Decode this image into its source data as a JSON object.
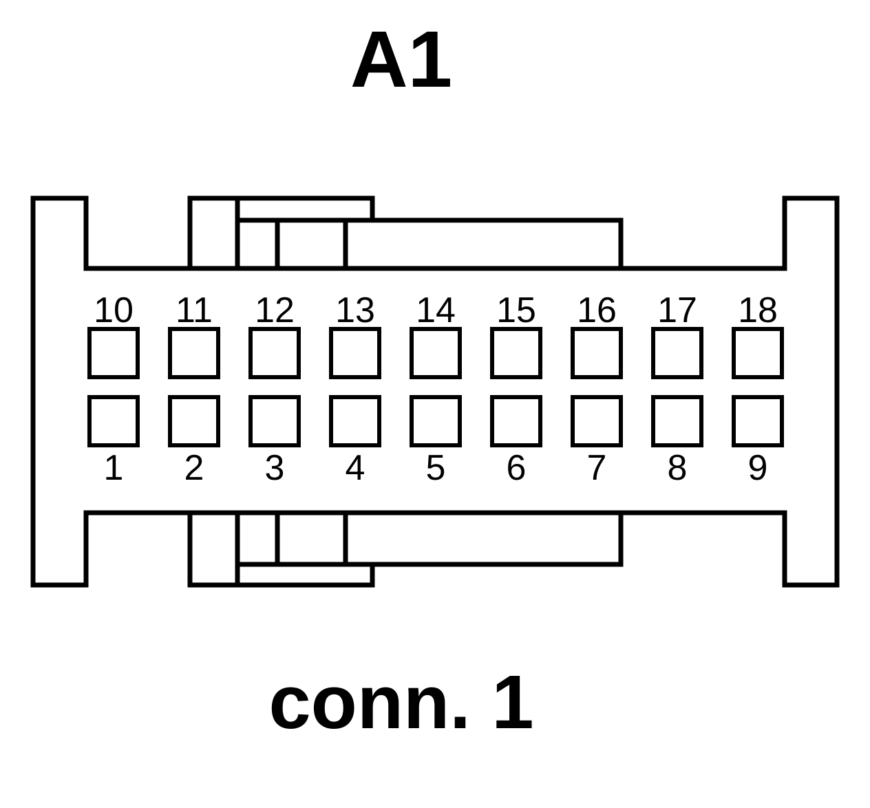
{
  "title": "A1",
  "caption": "conn. 1",
  "top_row_pins": [
    "10",
    "11",
    "12",
    "13",
    "14",
    "15",
    "16",
    "17",
    "18"
  ],
  "bottom_row_pins": [
    "1",
    "2",
    "3",
    "4",
    "5",
    "6",
    "7",
    "8",
    "9"
  ]
}
